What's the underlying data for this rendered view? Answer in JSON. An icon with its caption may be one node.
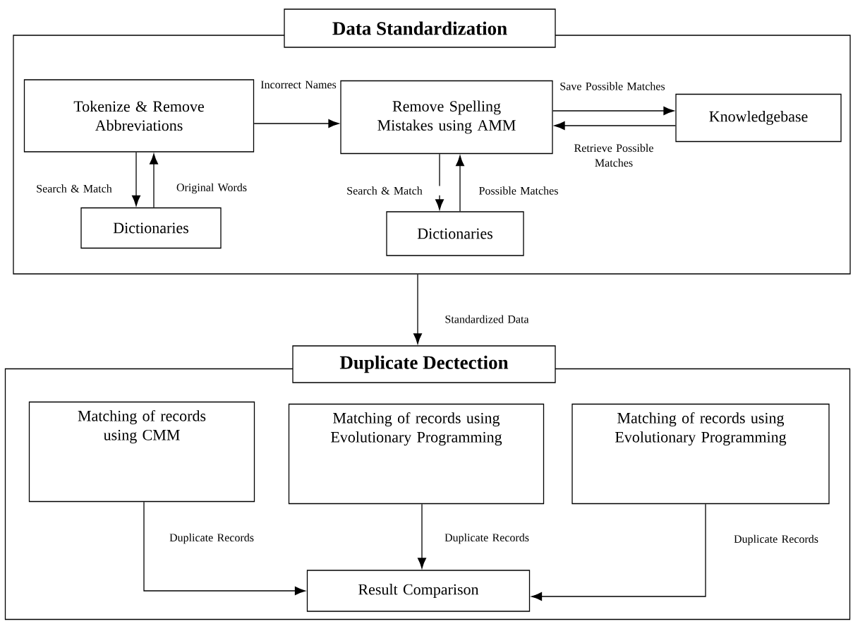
{
  "diagram": {
    "nodes": [
      {
        "text": [
          "Data Standardization"
        ]
      },
      {
        "text": [
          "Tokenize & Remove Abbreviations"
        ],
        "in": 0
      },
      {
        "text": [
          "Remove Spelling Mistakes using AMM"
        ],
        "in": 0
      },
      {
        "text": [
          "Knowledgebase"
        ],
        "in": 0
      },
      {
        "text": [
          "Dictionaries"
        ],
        "in": 0
      },
      {
        "text": [
          "Dictionaries"
        ],
        "in": 0
      },
      {
        "text": [
          "Duplicate Dectection"
        ]
      },
      {
        "text": [
          "Matching of records using CMM"
        ],
        "in": 6
      },
      {
        "text": [
          "Matching of records using Evolutionary Programming"
        ],
        "in": 6
      },
      {
        "text": [
          "Matching of records using Evolutionary Programming"
        ],
        "in": 6
      },
      {
        "text": [
          "Result Comparison"
        ],
        "in": 6
      }
    ],
    "edges": [
      {
        "from": 1,
        "to": 2,
        "arrow": "to",
        "label": "Incorrect Names"
      },
      {
        "from": 2,
        "to": 3,
        "arrow": "to",
        "label": "Save Possible Matches"
      },
      {
        "from": 3,
        "to": 2,
        "arrow": "to",
        "label": "Retrieve Possible Matches"
      },
      {
        "from": 1,
        "to": 4,
        "arrow": "to",
        "label": "Search & Match"
      },
      {
        "from": 4,
        "to": 1,
        "arrow": "to",
        "label": "Original Words"
      },
      {
        "from": 2,
        "to": 5,
        "arrow": "to",
        "label": "Search & Match"
      },
      {
        "from": 5,
        "to": 2,
        "arrow": "to",
        "label": "Possible Matches"
      },
      {
        "from": 0,
        "to": 6,
        "arrow": "to",
        "label": "Standardized Data"
      },
      {
        "from": 7,
        "to": 10,
        "arrow": "to",
        "label": "Duplicate Records"
      },
      {
        "from": 8,
        "to": 10,
        "arrow": "to",
        "label": "Duplicate Records"
      },
      {
        "from": 9,
        "to": 10,
        "arrow": "to",
        "label": "Duplicate Records"
      }
    ]
  }
}
